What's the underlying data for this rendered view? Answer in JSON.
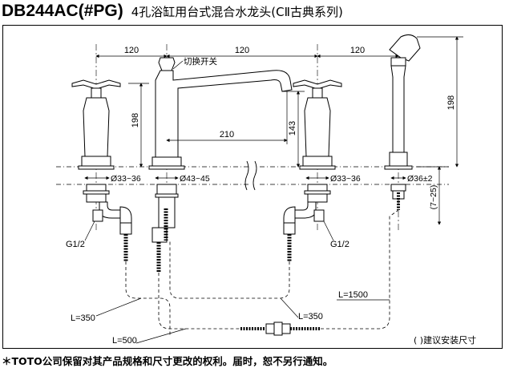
{
  "header": {
    "model": "DB244AC(#PG)",
    "subtitle": "4孔浴缸用台式混合水龙头(CⅡ古典系列)"
  },
  "labels": {
    "switch": "切换开关",
    "dim_top_left": "120",
    "dim_top_mid": "120",
    "dim_top_right": "120",
    "height_left": "198",
    "height_right": "198",
    "spout_height": "143",
    "spout_reach": "210",
    "dia_left": "Ø33~36",
    "dia_spout": "Ø43~45",
    "dia_right": "Ø33~36",
    "dia_shower": "Ø36±2",
    "deck_thickness": "(7~25)",
    "thread_left": "G1/2",
    "thread_right": "G1/2",
    "hose_left": "L=350",
    "hose_mid": "L=350",
    "hose_shower": "L=1500",
    "hose_bottom": "L=500",
    "legend": "(    )建议安装尺寸"
  },
  "footer": {
    "notice": "＊TOTO公司保留对其产品规格和尺寸更改的权利。届时，恕不另行通知。"
  }
}
